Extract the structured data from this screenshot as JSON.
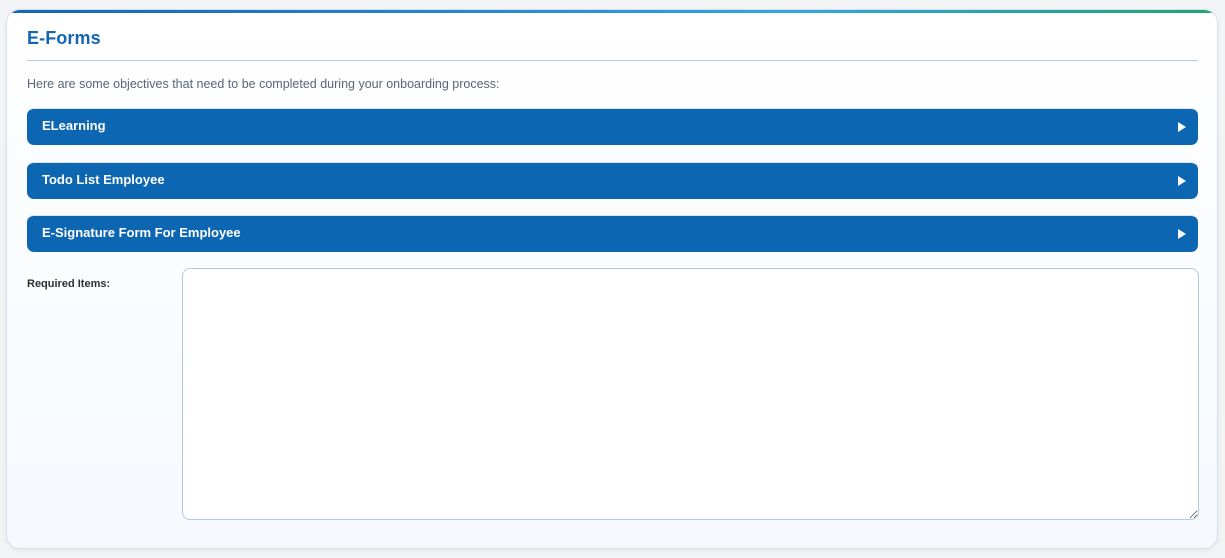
{
  "page": {
    "title": "E-Forms",
    "intro": "Here are some objectives that need to be completed during your onboarding process:"
  },
  "accordions": [
    {
      "label": "ELearning",
      "icon": "triangle-right-icon",
      "expanded": false
    },
    {
      "label": "Todo List Employee",
      "icon": "triangle-right-icon",
      "expanded": false
    },
    {
      "label": "E-Signature Form For Employee",
      "icon": "triangle-right-icon",
      "expanded": false
    }
  ],
  "required_items": {
    "label": "Required Items:",
    "value": ""
  },
  "colors": {
    "accent": "#1565b4",
    "accordion_bg": "#0d66b2",
    "gradient_start": "#1565b4",
    "gradient_end": "#23a56a",
    "intro_text": "#59657a"
  }
}
